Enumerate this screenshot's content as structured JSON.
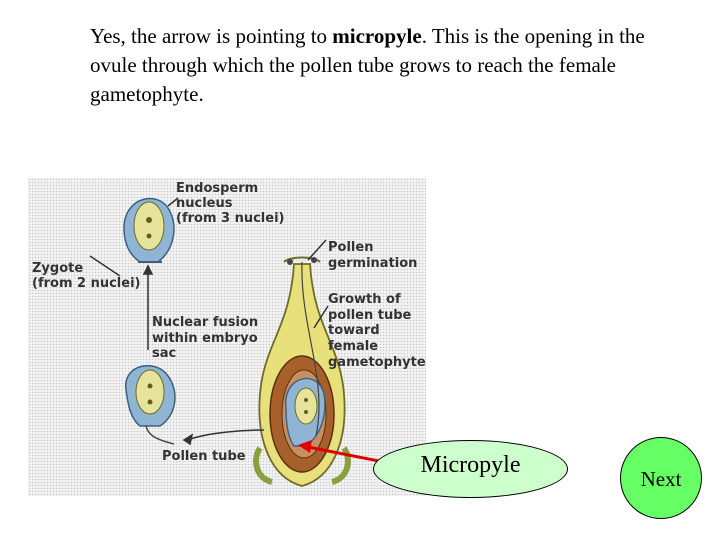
{
  "caption": {
    "part1": "Yes, the arrow is pointing to ",
    "bold": "micropyle",
    "part2": ".  This is the opening in the ovule through which the pollen tube grows to reach the female gametophyte."
  },
  "figure": {
    "labels": {
      "endosperm_1": "Endosperm",
      "endosperm_2": "nucleus",
      "endosperm_3": "(from 3 nuclei)",
      "zygote_1": "Zygote",
      "zygote_2": "(from 2 nuclei)",
      "pollen_germ_1": "Pollen",
      "pollen_germ_2": "germination",
      "growth_1": "Growth of",
      "growth_2": "pollen tube",
      "growth_3": "toward",
      "growth_4": "female",
      "growth_5": "gametophyte",
      "fusion_1": "Nuclear fusion",
      "fusion_2": "within embryo",
      "fusion_3": "sac",
      "pollen_tube": "Pollen tube"
    }
  },
  "buttons": {
    "micropyle": "Micropyle",
    "next": "Next"
  },
  "colors": {
    "arrow": "#e00000",
    "micropyle_fill": "#ccffcc",
    "next_fill": "#66ff66",
    "ovary_yellow": "#e8e07a",
    "ovule_brown": "#a8602a",
    "embryo_blue": "#8fb4d4"
  }
}
